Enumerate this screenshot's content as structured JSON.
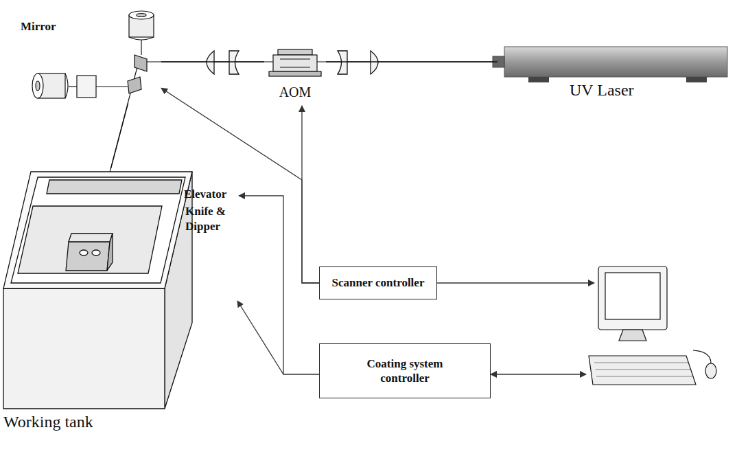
{
  "diagram": {
    "nodes": [
      {
        "text": [
          "Mirror"
        ]
      },
      {
        "text": [
          "AOM"
        ]
      },
      {
        "text": [
          "UV Laser"
        ]
      },
      {
        "text": [
          "Working tank"
        ]
      },
      {
        "text": [
          "Scanner controller"
        ]
      },
      {
        "text": [
          "Coating system controller"
        ]
      }
    ],
    "edges": [
      {
        "from": 2,
        "to": 1,
        "arrow": "none"
      },
      {
        "from": 1,
        "to": 0,
        "arrow": "none"
      },
      {
        "from": 0,
        "to": 3,
        "arrow": "none"
      },
      {
        "from": 4,
        "to": 0,
        "arrow": "to"
      },
      {
        "from": 4,
        "to": 1,
        "arrow": "to"
      }
    ],
    "labels": [
      "Elevator",
      "Knife & Dipper"
    ]
  }
}
